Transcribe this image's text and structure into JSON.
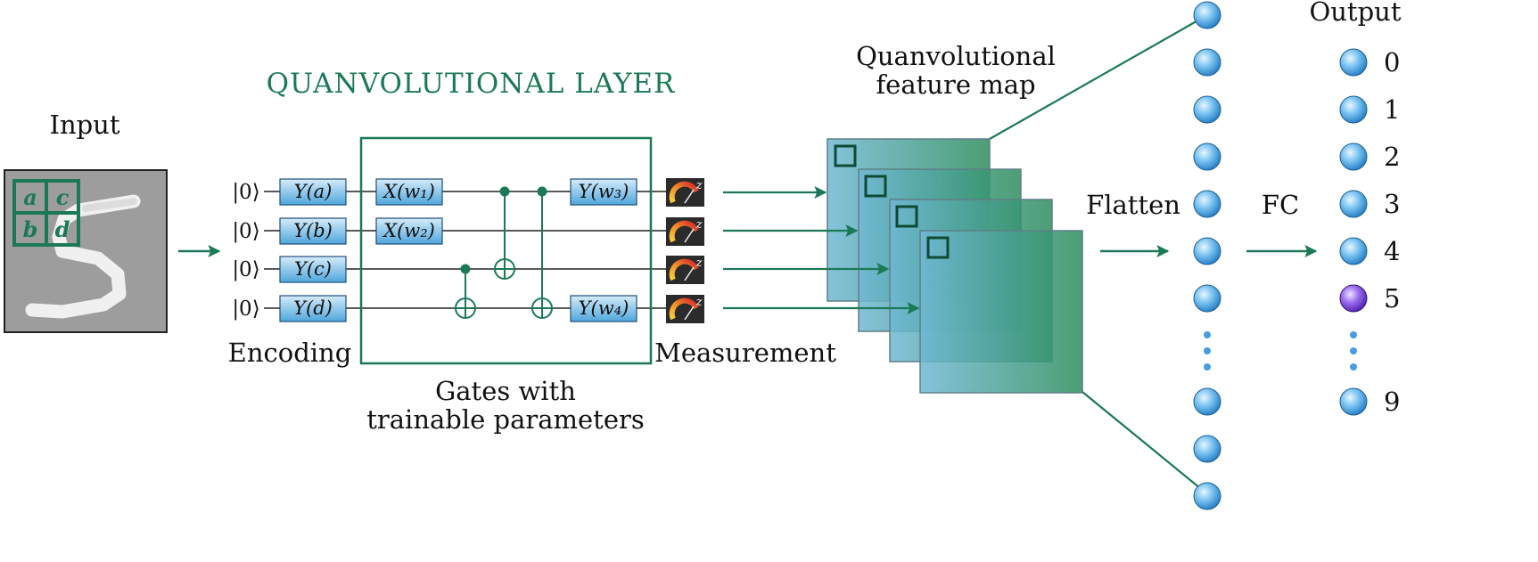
{
  "input": {
    "label": "Input",
    "grid_letters": [
      "a",
      "c",
      "b",
      "d"
    ]
  },
  "quanv_layer": {
    "title": "QUANVOLUTIONAL LAYER",
    "encoding_label": "Encoding",
    "gates_caption_line1": "Gates with",
    "gates_caption_line2": "trainable parameters",
    "measurement_label": "Measurement",
    "qubits": [
      {
        "ket": "|0⟩",
        "enc": "Y(a)",
        "g1": "X(w₁)",
        "g2": "Y(w₃)"
      },
      {
        "ket": "|0⟩",
        "enc": "Y(b)",
        "g1": "X(w₂)",
        "g2": ""
      },
      {
        "ket": "|0⟩",
        "enc": "Y(c)",
        "g1": "",
        "g2": ""
      },
      {
        "ket": "|0⟩",
        "enc": "Y(d)",
        "g1": "",
        "g2": "Y(w₄)"
      }
    ],
    "meter_letter": "z"
  },
  "feature_map": {
    "label_line1": "Quanvolutional",
    "label_line2": "feature map"
  },
  "flatten_label": "Flatten",
  "fc_label": "FC",
  "output": {
    "label": "Output",
    "classes": [
      "0",
      "1",
      "2",
      "3",
      "4",
      "5",
      "9"
    ],
    "highlighted_class": "5"
  },
  "colors": {
    "accent_green": "#1b7a55",
    "gate_blue": "#5aaee0",
    "node_blue": "#3a9be0",
    "node_purple": "#7a3fd0"
  }
}
